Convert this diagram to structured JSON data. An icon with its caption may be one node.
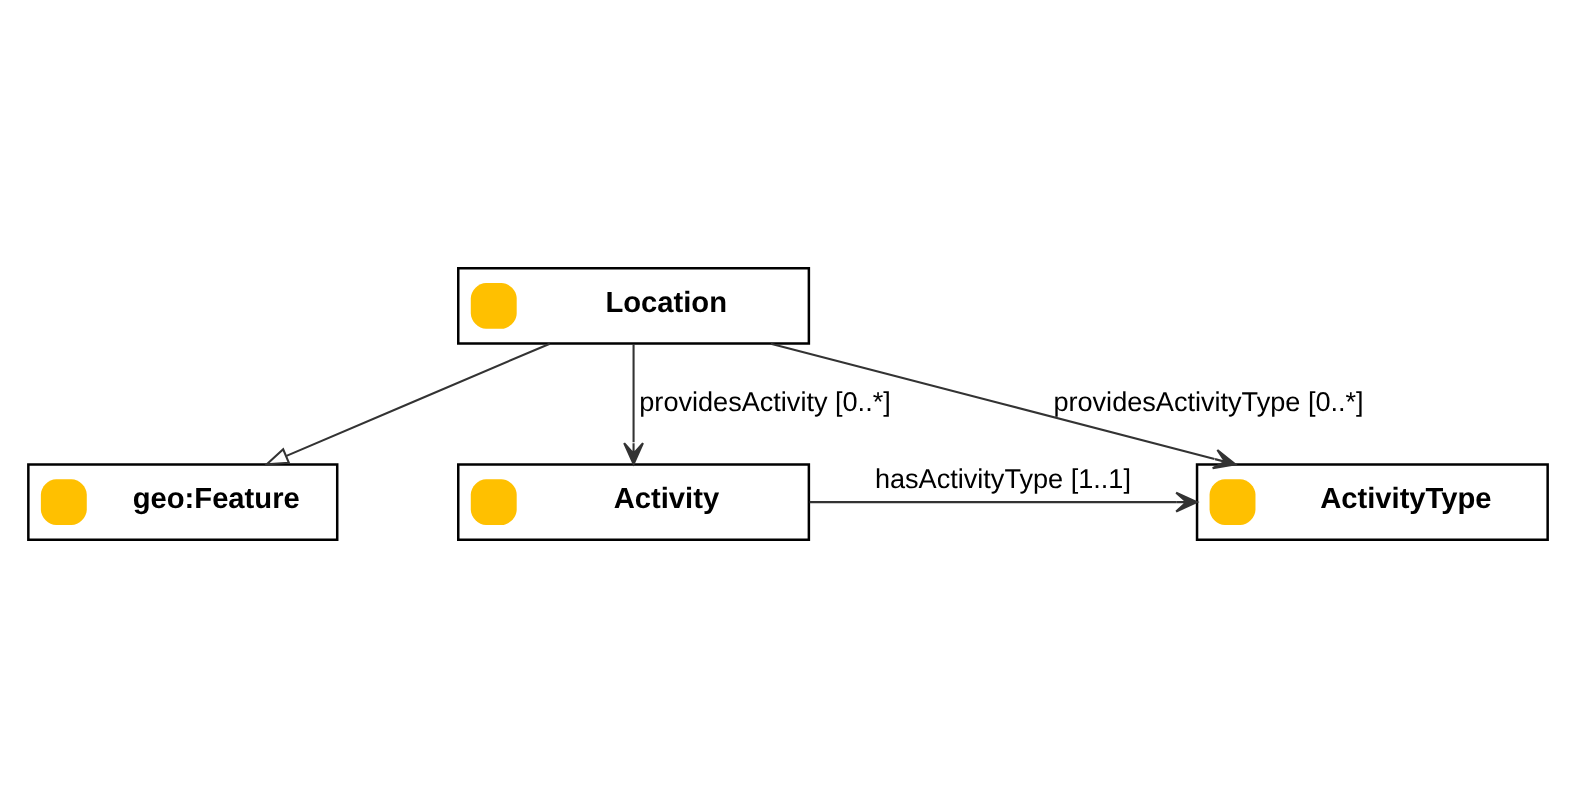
{
  "diagram": {
    "nodes": [
      {
        "text": [
          "geo:Feature"
        ]
      },
      {
        "text": [
          "Location"
        ]
      },
      {
        "text": [
          "ActivityType"
        ]
      },
      {
        "text": [
          "Activity"
        ]
      }
    ],
    "edges": [
      {
        "from": 1,
        "to": 0,
        "arrow": "to"
      },
      {
        "from": 1,
        "to": 2,
        "arrow": "to",
        "label": "providesActivityType [0..*]"
      },
      {
        "from": 1,
        "to": 3,
        "arrow": "to",
        "label": "providesActivity [0..*]"
      },
      {
        "from": 3,
        "to": 2,
        "arrow": "to",
        "label": "hasActivityType [1..1]"
      }
    ]
  }
}
